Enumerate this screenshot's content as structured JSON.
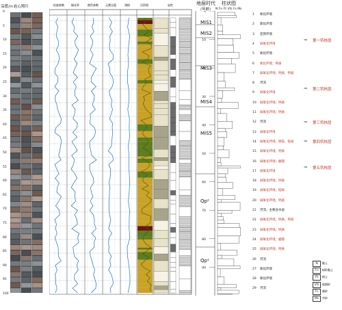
{
  "header": {
    "depth_label": "深度/m",
    "core_photo_label": "岩心照片",
    "era_label": "地层时代",
    "era_unit": "(年龄)",
    "column_label": "柱状图",
    "grain_scale": "N Fn Ft Vfs Fs Ms",
    "log_headers": [
      "粒度参数",
      "磁化率",
      "颜色参数",
      "元素比值",
      "孢粉",
      "沉积相",
      "岩性"
    ]
  },
  "depth_ticks": [
    "0",
    "5",
    "10",
    "15",
    "20",
    "25",
    "30",
    "35",
    "40",
    "45",
    "50",
    "55",
    "60",
    "65",
    "70",
    "75",
    "80",
    "85",
    "90",
    "95",
    "100"
  ],
  "age_ticks": [
    "0",
    "10",
    "20",
    "30",
    "40",
    "50",
    "60",
    "70",
    "80",
    "90"
  ],
  "strata": [
    "MIS1",
    "MIS2",
    "MIS3",
    "MIS4",
    "MIS5",
    "Qp²",
    "Qp¹"
  ],
  "units": [
    {
      "num": "1",
      "text": "氧化环境"
    },
    {
      "num": "2",
      "text": "氧化环境"
    },
    {
      "num": "3",
      "text": "还原环境"
    },
    {
      "num": "4",
      "text": "弱氧化环境"
    },
    {
      "num": "5",
      "text": "氧化环境"
    },
    {
      "num": "6",
      "text": "氧化环境；钙质"
    },
    {
      "num": "7",
      "text": "弱氧化环境；钙质、钙核"
    },
    {
      "num": "8",
      "text": "河流"
    },
    {
      "num": "9",
      "text": "弱氧化环境"
    },
    {
      "num": "10",
      "text": "弱氧化环境；钙质"
    },
    {
      "num": "11",
      "text": "弱氧化环境；钙质"
    },
    {
      "num": "12",
      "text": "河流"
    },
    {
      "num": "13",
      "text": "弱氧化环境"
    },
    {
      "num": "14",
      "text": "弱氧化环境；铁锰、锰核"
    },
    {
      "num": "15",
      "text": "弱氧化环境；钙质"
    },
    {
      "num": "16",
      "text": "弱氧化环境；磨圆"
    },
    {
      "num": "17",
      "text": "弱氧化环境"
    },
    {
      "num": "18",
      "text": "弱氧化环境；钙质"
    },
    {
      "num": "19",
      "text": "弱氧化环境；锰核"
    },
    {
      "num": "20",
      "text": "弱氧化环境；钙质"
    },
    {
      "num": "21",
      "text": "河流；主要含水层"
    },
    {
      "num": "22",
      "text": "弱氧化环境；钙质、钙核"
    },
    {
      "num": "23",
      "text": "弱氧化环境；钙质"
    },
    {
      "num": "24",
      "text": "弱氧化环境；磨圆"
    },
    {
      "num": "25",
      "text": "弱氧化环境；钙质"
    },
    {
      "num": "26",
      "text": "河流"
    },
    {
      "num": "27",
      "text": "氧化环境"
    },
    {
      "num": "28",
      "text": "氧化环境"
    },
    {
      "num": "29",
      "text": "河流"
    }
  ],
  "calcrete_layers": [
    "第一钙核层",
    "第二钙核层",
    "第三钙核层",
    "第四钙核层",
    "第五钙核层"
  ],
  "legend": [
    {
      "code": "N",
      "label": "黏土"
    },
    {
      "code": "Fn",
      "label": "粉砂黏土"
    },
    {
      "code": "Ft",
      "label": "粉土"
    },
    {
      "code": "Vfs",
      "label": "极细砂"
    },
    {
      "code": "Fs",
      "label": "细砂"
    },
    {
      "code": "Ms",
      "label": "中砂"
    }
  ],
  "colors": {
    "ochre": "#c9a227",
    "olive": "#5f7d1f",
    "maroon": "#6b1515",
    "blue": "#1f6fb5",
    "red": "#c0392b"
  }
}
